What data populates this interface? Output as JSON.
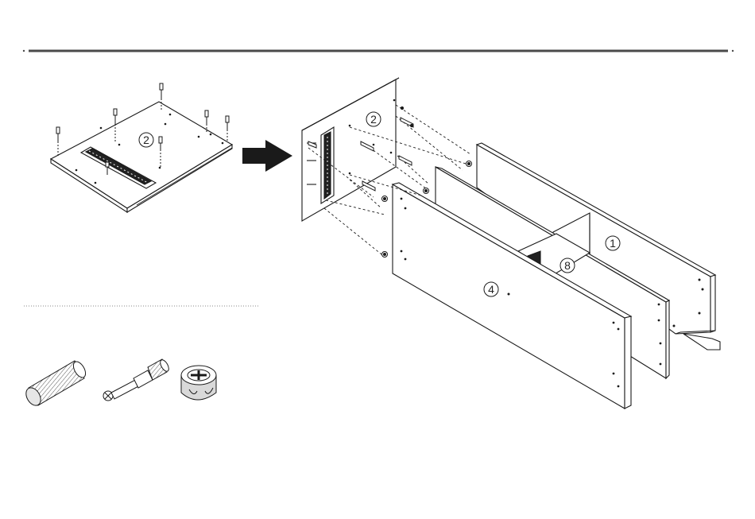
{
  "colors": {
    "line": "#1a1a1a",
    "rule": "#4a4a4a",
    "arrow": "#1a1a1a",
    "hardware_fill": "#d9d9d9"
  },
  "icons": {
    "direction": "right-arrow-icon",
    "dowel": "wooden-dowel-icon",
    "cam_bolt": "cam-bolt-icon",
    "cam_lock": "cam-lock-icon"
  },
  "parts": {
    "top_panel": "2",
    "side_panel": "2",
    "back_panel": "1",
    "shelf": "8",
    "front_panel": "4"
  }
}
